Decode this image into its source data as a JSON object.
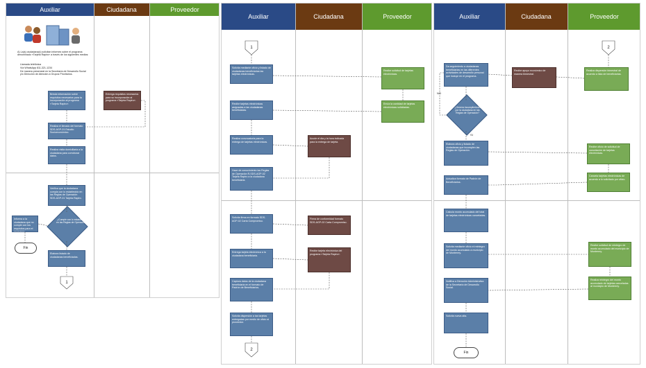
{
  "lanes": {
    "auxiliar": "Auxiliar",
    "ciudadana": "Ciudadana",
    "proveedor": "Proveedor"
  },
  "p1": {
    "intro": "A) La(s) ciudadana(s) solicitan informes sobre el programa denominado «Tarjeta Rapiro» a través de los siguientes medios:",
    "bullets": [
      "Llamada telefónica",
      "Vía WhatsApp 811-321-1234",
      "De manera presencial en la Secretaría de Desarrollo Social y/o Dirección de Atención a Grupos Prioritarios."
    ],
    "b1": "Brinda información sobre requisitos necesarios para la incorporación al programa «Tarjeta Rapiro».",
    "c1": "Entrega requisitos necesarios para su incorporación al programa «Tarjeta Rapiro».",
    "b2": "Realiza el llenado del formato SDS-AGP-01 Estudio Socioeconómico.",
    "b3": "Realiza visita domiciliaria a la ciudadana para corroborar datos.",
    "b4": "Verifica que la ciudadana cumpla con lo establecido en las Reglas de Operación SDS-AGP-01 Tarjeta Rapiro.",
    "d1": "¿Cumple con lo establecido en las Reglas de Operación?",
    "b5": "Informa a la ciudadana que no cumple con los requisitos para el programa.",
    "b6": "Elabora listado de ciudadanas beneficiadas.",
    "fin": "Fin",
    "conn": "1"
  },
  "p2": {
    "conn_top": "1",
    "b1": "Solicita mediante oficio y listado de ciudadanas beneficiarias las tarjetas electrónicas.",
    "g1": "Recibe solicitud de tarjetas electrónicas.",
    "b2": "Recibe tarjetas electrónicas asignadas a las ciudadanas beneficiadas.",
    "g2": "Envía la cantidad de tarjetas electrónicas solicitadas.",
    "b3": "Realiza convocatoria para la entrega de tarjetas electrónicas.",
    "c1": "Acude el día y la hora indicada para la entrega de tarjeta.",
    "b4": "Hace de conocimiento las Reglas de Operación R-SDS-AGP-02 Tarjeta Rapiro a la ciudadana beneficiaria.",
    "b5": "Solicita firma en formato SDS-AGP-02 Carta Compromiso.",
    "c2": "Firma de conformidad formato SDS-AGP-02 Carta Compromiso.",
    "b6": "Entrega tarjeta electrónica a la ciudadana beneficiaria.",
    "c3": "Recibe tarjeta electrónica del programa «Tarjeta Rapiro».",
    "b7": "Captura datos de la ciudadana beneficiaria en el formato de Padrón de Beneficiarios.",
    "b8": "Solicita dispersión a las tarjetas entregadas por medio de oficio al proveedor.",
    "conn_bot": "2"
  },
  "p3": {
    "conn_top": "2",
    "b1": "Da seguimiento a ciudadanas beneficiarias en las diferentes actividades de desarrollo personal que incluye en el programa.",
    "c1": "Recibe apoyo económico de manera bimestral.",
    "g1": "Realiza dispersión bimestral de acuerdo a lista de beneficiarias.",
    "d1": "¿Genera incumplimiento por la ciudadana en las Reglas de Operación?",
    "no": "NO",
    "si": "SI",
    "b2": "Elabora oficio y listado de ciudadanas que incumplen las Reglas de Operación.",
    "g2": "Recibe oficio de solicitud de cancelación de tarjetas electrónicas.",
    "g3": "Cancela tarjetas electrónicas de acuerdo a lo solicitado por oficio.",
    "b3": "Actualiza formato de Padrón de Beneficiarios.",
    "b4": "Calcula monto acumulado del total de tarjetas electrónicas canceladas.",
    "b5": "Solicita mediante oficio el reintegro del monto acumulado a municipio de Monterrey.",
    "g4": "Recibe solicitud de reintegro de monto acumulado del municipio de Monterrey.",
    "b6": "Notifica a Dirección Administrativa de la Secretaría de Desarrollo Social.",
    "g5": "Realiza reintegro del monto acumulado de tarjetas canceladas al municipio de Monterrey.",
    "b7": "Solicita nueva alta.",
    "fin": "Fin"
  }
}
